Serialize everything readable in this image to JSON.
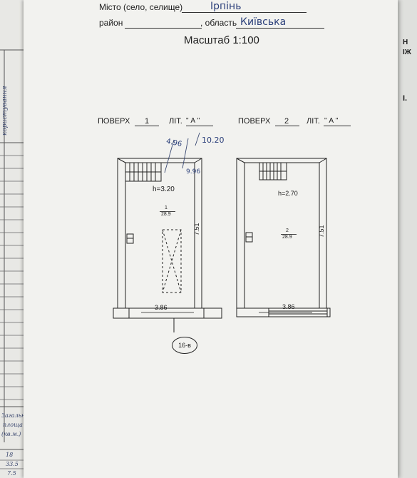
{
  "header": {
    "city_label": "Місто (село, селище)",
    "city_value": "Ірпінь",
    "district_label": "район",
    "region_label": ", область",
    "region_value": "Київська",
    "scale": "Масштаб 1:100"
  },
  "left_sheet": {
    "column_header": "користування",
    "summary_lines": [
      "Загальна",
      "площа",
      "(кв.м.)"
    ],
    "values": [
      "18",
      "33.5",
      "7.5"
    ]
  },
  "right_sheet": {
    "letters": [
      "Н",
      "ІЖ",
      "І."
    ]
  },
  "floor1": {
    "floor_label": "ПОВЕРХ",
    "floor_value": "1",
    "lit_label": "ЛІТ.",
    "lit_value": "\" А \"",
    "height": "h=3.20",
    "room_number": "1",
    "room_area": "28.9",
    "length": "7.51",
    "width": "3.86",
    "annot_a": "4.96",
    "annot_b": "10.20",
    "annot_c": "9.96",
    "house_number": "16-в"
  },
  "floor2": {
    "floor_label": "ПОВЕРХ",
    "floor_value": "2",
    "lit_label": "ЛІТ.",
    "lit_value": "\" А \"",
    "height": "h=2.70",
    "room_number": "2",
    "room_area": "28.9",
    "length": "7.51",
    "width": "3.86"
  }
}
